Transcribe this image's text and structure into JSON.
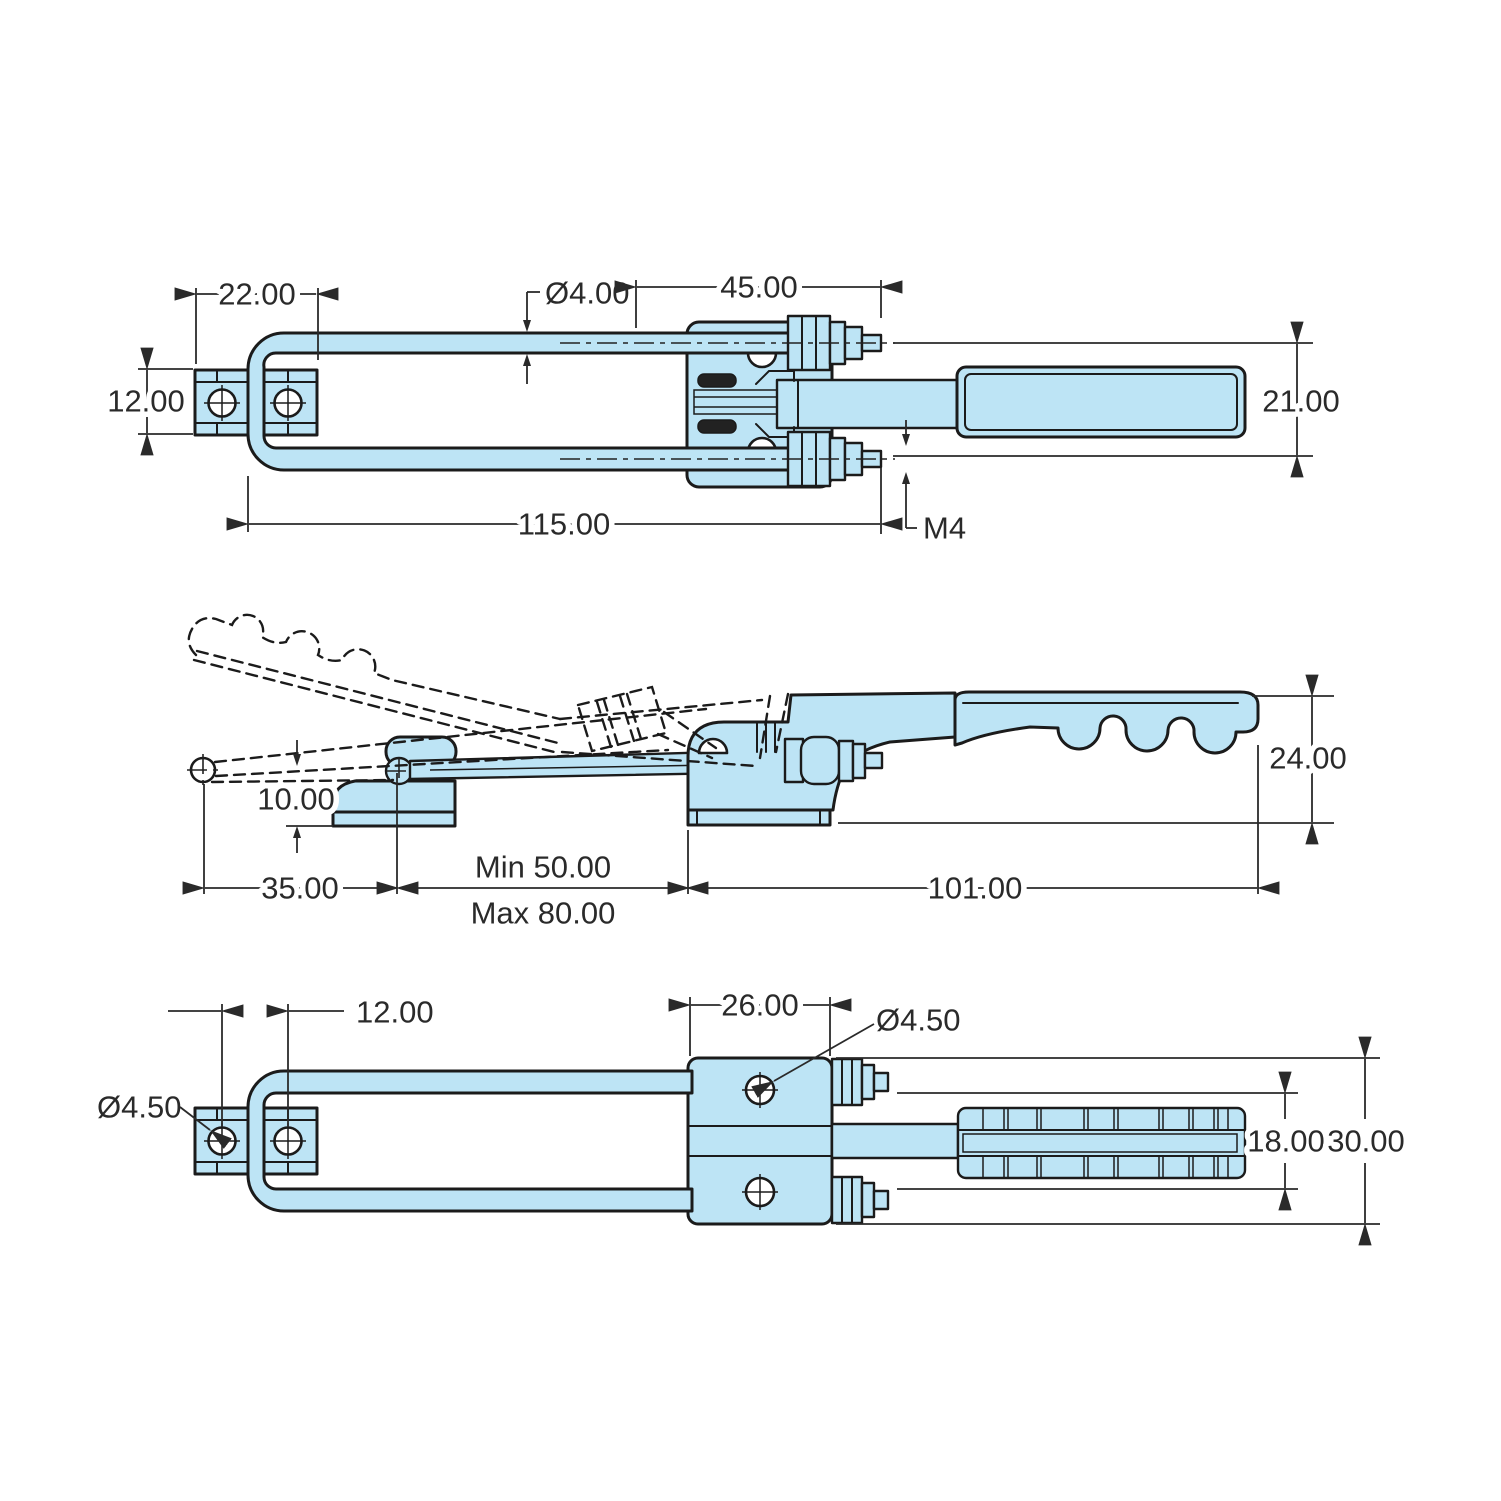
{
  "title": "Latch type toggle clamp - dimensioned engineering drawing, three views",
  "colors": {
    "part_fill": "#BDE4F5",
    "outline": "#1b1b1b",
    "dimension": "#2a2a2a",
    "background": "#ffffff"
  },
  "views": {
    "top": {
      "dims": {
        "bracket_width": "22.00",
        "rod_diameter": "Ø4.00",
        "thread_length": "45.00",
        "bracket_height": "12.00",
        "bail_spread": "21.00",
        "bail_length": "115.00",
        "thread_spec": "M4"
      }
    },
    "side": {
      "dims": {
        "hook_height": "10.00",
        "hook_offset": "35.00",
        "reach_min": "Min 50.00",
        "reach_max": "Max 80.00",
        "body_length": "101.00",
        "overall_height": "24.00"
      }
    },
    "bottom": {
      "dims": {
        "hole_spacing": "12.00",
        "body_width": "26.00",
        "hole_dia_left": "Ø4.50",
        "hole_dia_right": "Ø4.50",
        "leg_inner_spread": "18.00",
        "body_height": "30.00"
      }
    }
  }
}
